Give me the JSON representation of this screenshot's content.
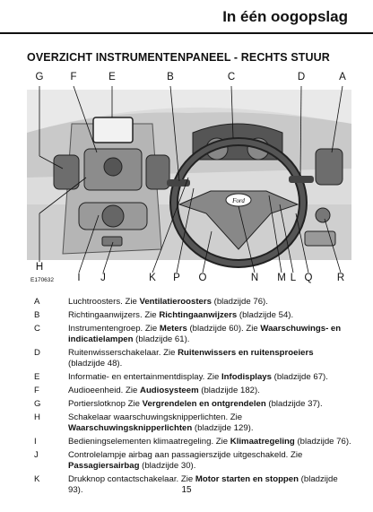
{
  "header": {
    "title": "In één oogopslag"
  },
  "section": {
    "title": "OVERZICHT INSTRUMENTENPANEEL - RECHTS STUUR"
  },
  "figure": {
    "code": "E170632",
    "top_labels": [
      "G",
      "F",
      "E",
      "B",
      "C",
      "D",
      "A"
    ],
    "bottom_labels": [
      "H",
      "I",
      "J",
      "K",
      "P",
      "O",
      "N",
      "M",
      "L",
      "Q",
      "R"
    ],
    "steering_wheel_brand": "Ford"
  },
  "legend": [
    {
      "key": "A",
      "pre": "Luchtroosters.  Zie ",
      "bold": "Ventilatieroosters",
      "post": " (bladzijde 76)."
    },
    {
      "key": "B",
      "pre": "Richtingaanwijzers.  Zie ",
      "bold": "Richtingaanwijzers",
      "post": " (bladzijde 54)."
    },
    {
      "key": "C",
      "pre": "Instrumentengroep.  Zie ",
      "bold": "Meters",
      "post": " (bladzijde 60).  Zie ",
      "bold2": "Waarschuwings- en indicatielampen",
      "post2": " (bladzijde 61)."
    },
    {
      "key": "D",
      "pre": "Ruitenwisserschakelaar.  Zie ",
      "bold": "Ruitenwissers en ruitensproeiers",
      "post": " (bladzijde 48)."
    },
    {
      "key": "E",
      "pre": "Informatie- en entertainmentdisplay.  Zie ",
      "bold": "Infodisplays",
      "post": " (bladzijde 67)."
    },
    {
      "key": "F",
      "pre": "Audioeenheid.  Zie ",
      "bold": "Audiosysteem",
      "post": " (bladzijde 182)."
    },
    {
      "key": "G",
      "pre": "Portierslotknop  Zie ",
      "bold": "Vergrendelen en ontgrendelen",
      "post": " (bladzijde 37)."
    },
    {
      "key": "H",
      "pre": "Schakelaar waarschuwingsknipperlichten.  Zie ",
      "bold": "Waarschuwingsknipperlichten",
      "post": " (bladzijde 129)."
    },
    {
      "key": "I",
      "pre": "Bedieningselementen klimaatregeling.  Zie ",
      "bold": "Klimaatregeling",
      "post": " (bladzijde 76)."
    },
    {
      "key": "J",
      "pre": "Controlelampje airbag aan passagierszijde uitgeschakeld.  Zie ",
      "bold": "Passagiersairbag",
      "post": " (bladzijde 30)."
    },
    {
      "key": "K",
      "pre": "Drukknop contactschakelaar.  Zie ",
      "bold": "Motor starten en stoppen",
      "post": "  (bladzijde 93)."
    }
  ],
  "footer": {
    "page_number": "15"
  }
}
